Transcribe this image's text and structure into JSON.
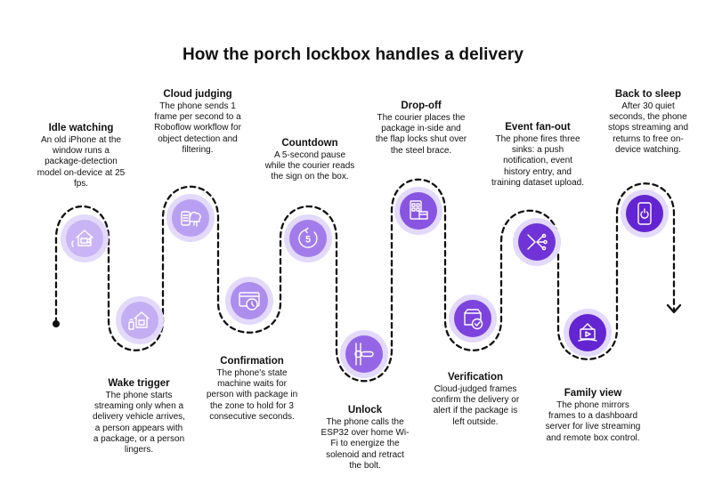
{
  "title": "How the porch lockbox handles a delivery",
  "colors": {
    "outer_ring": "#e3d9fb",
    "path_stroke": "#111111",
    "step_fills": [
      "#c9b5f5",
      "#c3aef4",
      "#b99ff1",
      "#ad8ded",
      "#a27ceb",
      "#9466e6",
      "#8855e2",
      "#7c44dd",
      "#6f33d7",
      "#6324d1"
    ],
    "icon_stroke": "#ffffff"
  },
  "steps": [
    {
      "id": "idle",
      "title": "Idle watching",
      "desc": "An old iPhone at the window runs a package-detection model on-device at 25 fps.",
      "icon": "house-camera-icon"
    },
    {
      "id": "wake",
      "title": "Wake trigger",
      "desc": "The phone starts streaming only when a delivery vehicle arrives, a person appears with a package, or a person lingers.",
      "icon": "house-signal-icon"
    },
    {
      "id": "cloud",
      "title": "Cloud judging",
      "desc": "The phone sends 1 frame per second to a Roboflow workflow for object detection and filtering.",
      "icon": "phone-cloud-icon"
    },
    {
      "id": "confirm",
      "title": "Confirmation",
      "desc": "The phone's state machine waits for person with package in the zone to hold for 3 consecutive seconds.",
      "icon": "browser-timer-icon"
    },
    {
      "id": "countdown",
      "title": "Countdown",
      "desc": "A 5-second pause while the courier reads the sign on the box.",
      "icon": "countdown-five-icon"
    },
    {
      "id": "unlock",
      "title": "Unlock",
      "desc": "The phone calls the ESP32 over home Wi-Fi to energize the solenoid and retract the bolt.",
      "icon": "solenoid-bolt-icon"
    },
    {
      "id": "dropoff",
      "title": "Drop-off",
      "desc": "The courier places the package in-side and the flap locks shut over the steel brace.",
      "icon": "lockbox-package-icon"
    },
    {
      "id": "verify",
      "title": "Verification",
      "desc": "Cloud-judged frames confirm the delivery or alert if the package is left outside.",
      "icon": "package-check-icon"
    },
    {
      "id": "fanout",
      "title": "Event fan-out",
      "desc": "The phone fires three sinks: a push notification, event history entry, and training dataset upload.",
      "icon": "fan-out-icon"
    },
    {
      "id": "family",
      "title": "Family view",
      "desc": "The phone mirrors frames to a dashboard server for live streaming and remote box control.",
      "icon": "family-monitor-icon"
    },
    {
      "id": "sleep",
      "title": "Back to sleep",
      "desc": "After 30 quiet seconds, the phone stops streaming and returns to free on-device watching.",
      "icon": "phone-power-icon"
    }
  ]
}
